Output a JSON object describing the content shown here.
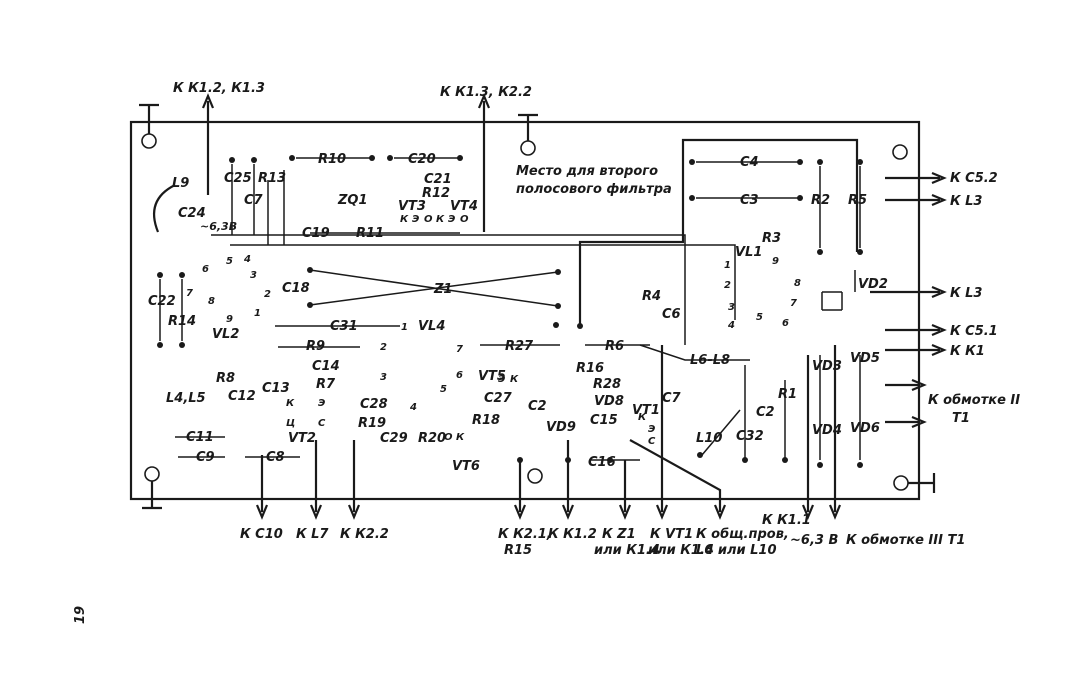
{
  "page_number": "19",
  "note": [
    "Место для второго",
    "полосового фильтра"
  ],
  "top_connectors": [
    {
      "id": "tc1",
      "text": "К К1.2, К1.3"
    },
    {
      "id": "tc2",
      "text": "К К1.3, К2.2"
    }
  ],
  "right_connectors": [
    {
      "id": "rc1",
      "text": "К С5.2"
    },
    {
      "id": "rc2",
      "text": "К L3"
    },
    {
      "id": "rc3",
      "text": "К L3"
    },
    {
      "id": "rc4",
      "text": "К С5.1"
    },
    {
      "id": "rc5",
      "text": "К К1"
    },
    {
      "id": "rc6",
      "text": "К обмотке II"
    },
    {
      "id": "rc7",
      "text": "Т1"
    }
  ],
  "bottom_connectors": [
    {
      "id": "bc1",
      "text": "К С10"
    },
    {
      "id": "bc2",
      "text": "К L7"
    },
    {
      "id": "bc3",
      "text": "К К2.2"
    },
    {
      "id": "bc4a",
      "text": "К К2.1,"
    },
    {
      "id": "bc4b",
      "text": "R15"
    },
    {
      "id": "bc5",
      "text": "К К1.2"
    },
    {
      "id": "bc6a",
      "text": "К Z1"
    },
    {
      "id": "bc6b",
      "text": "или К1.4"
    },
    {
      "id": "bc7a",
      "text": "К VT1"
    },
    {
      "id": "bc7b",
      "text": "или К1.4"
    },
    {
      "id": "bc8a",
      "text": "К общ.пров,"
    },
    {
      "id": "bc8b",
      "text": "L6 или L10"
    },
    {
      "id": "bc9",
      "text": "К К1.1"
    },
    {
      "id": "bc10",
      "text": "~6,3 В"
    },
    {
      "id": "bc11",
      "text": "К обмотке III Т1"
    }
  ],
  "components": {
    "C25": "C25",
    "R13": "R13",
    "R10": "R10",
    "C20": "C20",
    "L9": "L9",
    "C7a": "C7",
    "ZQ1": "ZQ1",
    "C21": "C21",
    "R12": "R12",
    "C24": "C24",
    "V63": "~6,3В",
    "VT3": "VT3",
    "VT4": "VT4",
    "C19": "C19",
    "R11": "R11",
    "C4": "C4",
    "C3": "C3",
    "R2": "R2",
    "R5": "R5",
    "R3": "R3",
    "VL1": "VL1",
    "C18": "C18",
    "Z1": "Z1",
    "C22": "C22",
    "R14": "R14",
    "VL2": "VL2",
    "VD2": "VD2",
    "R4": "R4",
    "C6": "C6",
    "C31": "C31",
    "VL4": "VL4",
    "R9": "R9",
    "R27": "R27",
    "R6": "R6",
    "L68": "L6-L8",
    "C14": "C14",
    "R16": "R16",
    "VT5": "VT5",
    "R8": "R8",
    "C12": "C12",
    "L45": "L4,L5",
    "C13": "C13",
    "R7": "R7",
    "R28": "R28",
    "C27": "C27",
    "C2": "C2",
    "VD8": "VD8",
    "C28": "C28",
    "C7b": "C7",
    "VT1": "VT1",
    "R1": "R1",
    "VD3": "VD3",
    "VD5": "VD5",
    "C2b": "C2",
    "R19": "R19",
    "R18": "R18",
    "VD9": "VD9",
    "C15": "C15",
    "L10": "L10",
    "C32": "C32",
    "VD4": "VD4",
    "VD6": "VD6",
    "VT2": "VT2",
    "C29": "C29",
    "R20": "R20",
    "C11": "C11",
    "C9": "C9",
    "C8": "C8",
    "VT6": "VT6",
    "C16": "C16"
  }
}
